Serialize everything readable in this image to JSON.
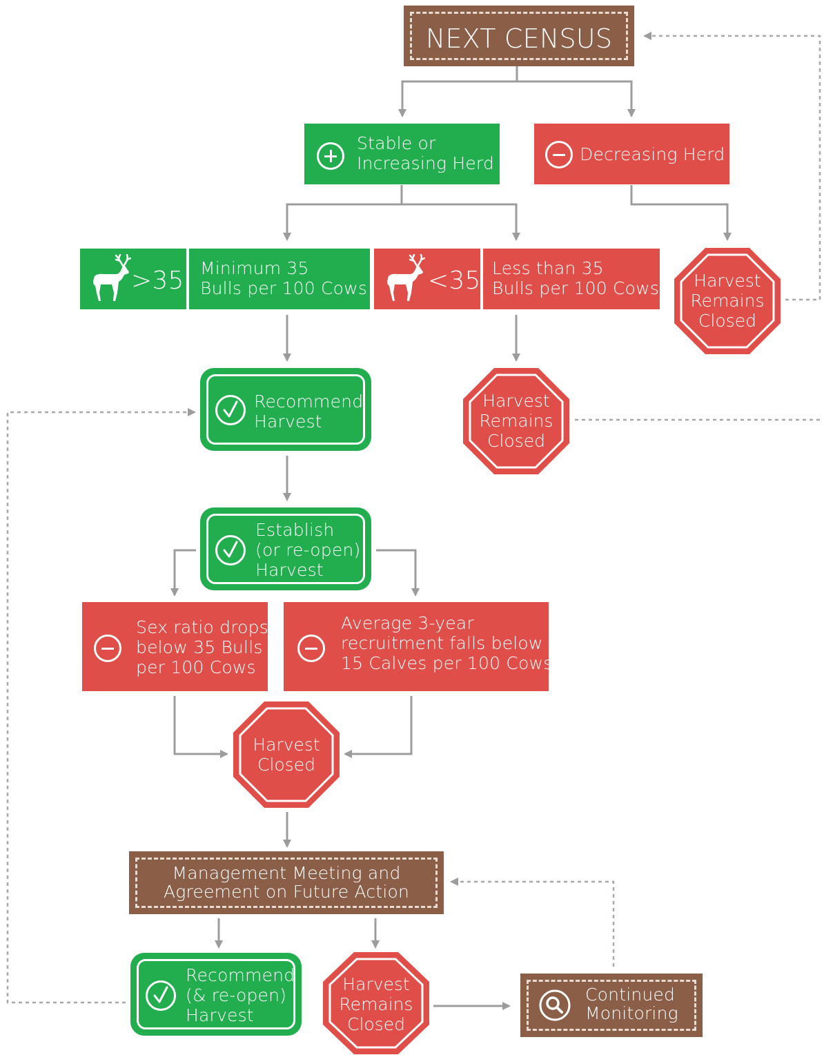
{
  "colors": {
    "green": "#22ad4f",
    "red": "#e04e49",
    "brown": "#8b5e48",
    "connector": "#9c9c9c",
    "white": "#ffffff"
  },
  "next_census": {
    "label": "NEXT CENSUS"
  },
  "stable_herd": {
    "line1": "Stable or",
    "line2": "Increasing Herd",
    "icon": "plus-circle-icon"
  },
  "decreasing_herd": {
    "label": "Decreasing Herd",
    "icon": "minus-circle-icon"
  },
  "min35": {
    "badge": ">35",
    "line1": "Minimum 35",
    "line2": "Bulls per 100 Cows",
    "icon": "caribou-icon"
  },
  "lt35": {
    "badge": "<35",
    "line1": "Less than 35",
    "line2": "Bulls per 100 Cows",
    "icon": "caribou-icon"
  },
  "remains_closed_right": {
    "line1": "Harvest",
    "line2": "Remains",
    "line3": "Closed"
  },
  "remains_closed_mid": {
    "line1": "Harvest",
    "line2": "Remains",
    "line3": "Closed"
  },
  "recommend_harvest": {
    "line1": "Recommend",
    "line2": "Harvest",
    "icon": "check-circle-icon"
  },
  "establish_harvest": {
    "line1": "Establish",
    "line2": "(or re-open)",
    "line3": "Harvest",
    "icon": "check-circle-icon"
  },
  "sex_ratio": {
    "line1": "Sex ratio drops",
    "line2": "below 35 Bulls",
    "line3": "per 100 Cows",
    "icon": "minus-circle-icon"
  },
  "recruitment": {
    "line1": "Average 3-year",
    "line2": "recruitment falls below",
    "line3": "15 Calves per 100 Cows",
    "icon": "minus-circle-icon"
  },
  "harvest_closed": {
    "line1": "Harvest",
    "line2": "Closed"
  },
  "management_meeting": {
    "line1": "Management Meeting and",
    "line2": "Agreement on Future Action"
  },
  "recommend_reopen": {
    "line1": "Recommend",
    "line2": "(& re-open)",
    "line3": "Harvest",
    "icon": "check-circle-icon"
  },
  "remains_closed_bottom": {
    "line1": "Harvest",
    "line2": "Remains",
    "line3": "Closed"
  },
  "continued_monitoring": {
    "line1": "Continued",
    "line2": "Monitoring",
    "icon": "magnifier-icon"
  }
}
